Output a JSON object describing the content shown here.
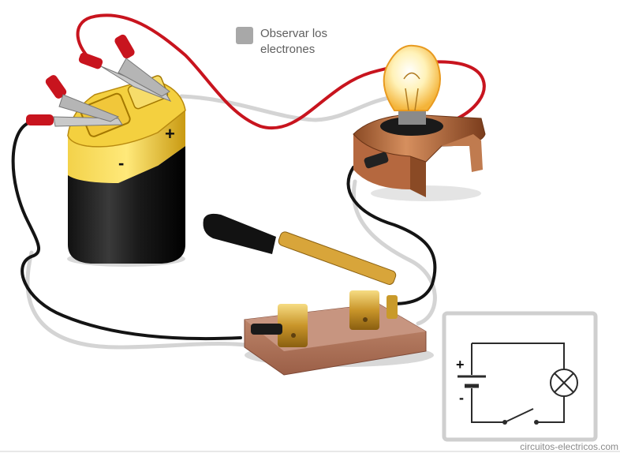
{
  "toggle": {
    "label_line1": "Observar los",
    "label_line2": "electrones"
  },
  "footer": {
    "credit": "circuitos-electricos.com"
  },
  "battery": {
    "plus": "+",
    "minus": "-"
  },
  "schematic": {
    "plus": "+",
    "minus": "-"
  },
  "colors": {
    "wire_red": "#c8141e",
    "wire_black": "#141414",
    "shadow": "#d2d2d2",
    "copper": "#b8693a",
    "gold": "#d9b43a",
    "wood": "#b47a62"
  }
}
